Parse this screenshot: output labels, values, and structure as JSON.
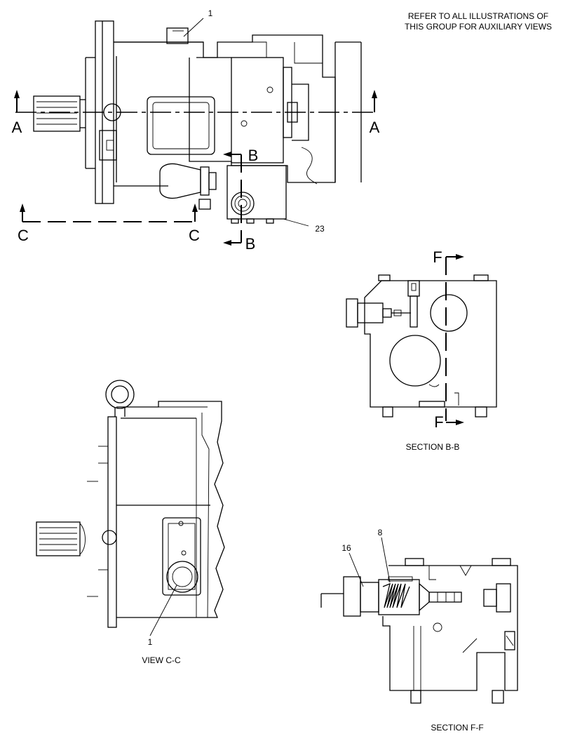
{
  "note": {
    "line1": "REFER TO ALL ILLUSTRATIONS OF",
    "line2": "THIS GROUP FOR AUXILIARY VIEWS"
  },
  "main_view": {
    "section_letters": {
      "a_left": "A",
      "a_right": "A",
      "b_top": "B",
      "b_bottom": "B",
      "c_left": "C",
      "c_right": "C"
    },
    "callouts": {
      "part_1": "1",
      "part_23": "23"
    }
  },
  "section_bb": {
    "caption": "SECTION  B-B",
    "f_top": "F",
    "f_bottom": "F"
  },
  "view_cc": {
    "caption": "VIEW  C-C",
    "callouts": {
      "part_1": "1"
    }
  },
  "section_ff": {
    "caption": "SECTION  F-F",
    "callouts": {
      "part_16": "16",
      "part_8": "8"
    }
  }
}
